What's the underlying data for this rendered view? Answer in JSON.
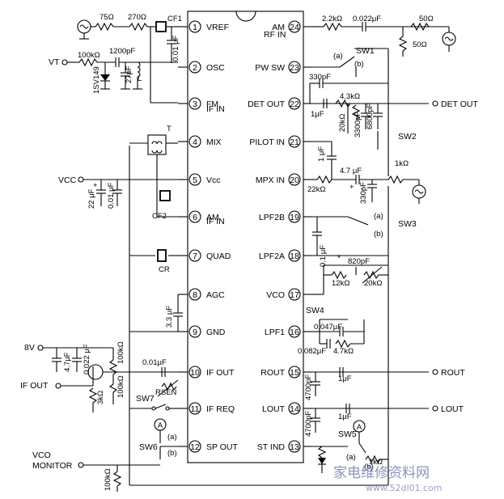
{
  "ic": {
    "left_pins": [
      {
        "num": "1",
        "label": "VREF"
      },
      {
        "num": "2",
        "label": "OSC"
      },
      {
        "num": "3",
        "label": "FM"
      },
      {
        "num": "4",
        "label": "MIX"
      },
      {
        "num": "5",
        "label": "Vcc"
      },
      {
        "num": "6",
        "label": "AM"
      },
      {
        "num": "7",
        "label": "QUAD"
      },
      {
        "num": "8",
        "label": "AGC"
      },
      {
        "num": "9",
        "label": "GND"
      },
      {
        "num": "10",
        "label": "IF OUT"
      },
      {
        "num": "11",
        "label": "IF REQ"
      },
      {
        "num": "12",
        "label": "SP OUT"
      }
    ],
    "left_pin_sublabels": {
      "p3": "IF IN",
      "p6": "IF IN"
    },
    "right_pins": [
      {
        "num": "24",
        "label": "AM"
      },
      {
        "num": "23",
        "label": "PW SW"
      },
      {
        "num": "22",
        "label": "DET OUT"
      },
      {
        "num": "21",
        "label": "PILOT IN"
      },
      {
        "num": "20",
        "label": "MPX IN"
      },
      {
        "num": "19",
        "label": "LPF2B"
      },
      {
        "num": "18",
        "label": "LPF2A"
      },
      {
        "num": "17",
        "label": "VCO"
      },
      {
        "num": "16",
        "label": "LPF1"
      },
      {
        "num": "15",
        "label": "ROUT"
      },
      {
        "num": "14",
        "label": "LOUT"
      },
      {
        "num": "13",
        "label": "ST IND"
      }
    ],
    "right_pin_sublabels": {
      "p24": "RF IN"
    }
  },
  "components": {
    "r75": "75Ω",
    "r270": "270Ω",
    "cf1": "CF1",
    "c001a": "0.01 μF",
    "r100k_vt": "100kΩ",
    "c1200p": "1200pF",
    "c27p": "27pF",
    "l": "L",
    "d1sv": "1SV149",
    "vt": "VT",
    "vcc": "VCC",
    "c22u": "22 μF",
    "c001b": "0.01 μF",
    "t": "T",
    "cf2": "CF2",
    "cr": "CR",
    "c33u": "3.3 μF",
    "v8": "8V",
    "c47u": "4.7μF",
    "c0022": "0.022 μF",
    "r100k_a": "100kΩ",
    "r100k_b": "100kΩ",
    "r3k": "3kΩ",
    "c001c": "0.01μF",
    "rsen": "RSEN",
    "if_out": "IF OUT",
    "sw7": "SW7",
    "sw6": "SW6",
    "meter": "A",
    "a": "(a)",
    "b": "(b)",
    "vco_mon1": "VCO",
    "vco_mon2": "MONITOR",
    "r100k_c": "100kΩ",
    "r22k": "2.2kΩ",
    "c0022r": "0.022μF",
    "r50": "50Ω",
    "r50b": "50Ω",
    "sw1": "SW1",
    "c330p": "330pF",
    "r43k": "4.3kΩ",
    "c1u_a": "1μF",
    "r20k": "20kΩ",
    "c3300p": "3300pF",
    "c6800p": "6800pF",
    "det_out": "DET OUT",
    "sw2": "SW2",
    "c1u_b": "1 μF",
    "c47u_b": "4.7 μF",
    "r1k": "1kΩ",
    "r22kb": "22kΩ",
    "c330b": "330pF",
    "sw3": "SW3",
    "c01u": "0.1 μF",
    "star": "*",
    "c820p": "820pF",
    "r12k": "12kΩ",
    "r20kb": "20kΩ",
    "sw4": "SW4",
    "c0047": "0.047μF",
    "c0082": "0.082μF",
    "r47k": "4.7kΩ",
    "c1u_c": "1μF",
    "c4700a": "4700pF",
    "rout": "ROUT",
    "c1u_d": "1μF",
    "c4700b": "4700pF",
    "lout": "LOUT",
    "sw5": "SW5",
    "r1kb": "1kΩ",
    "plus": "+",
    "minus": "-"
  },
  "watermark": {
    "cn": "家电维修资料网",
    "url": "www.52dl01.com"
  }
}
